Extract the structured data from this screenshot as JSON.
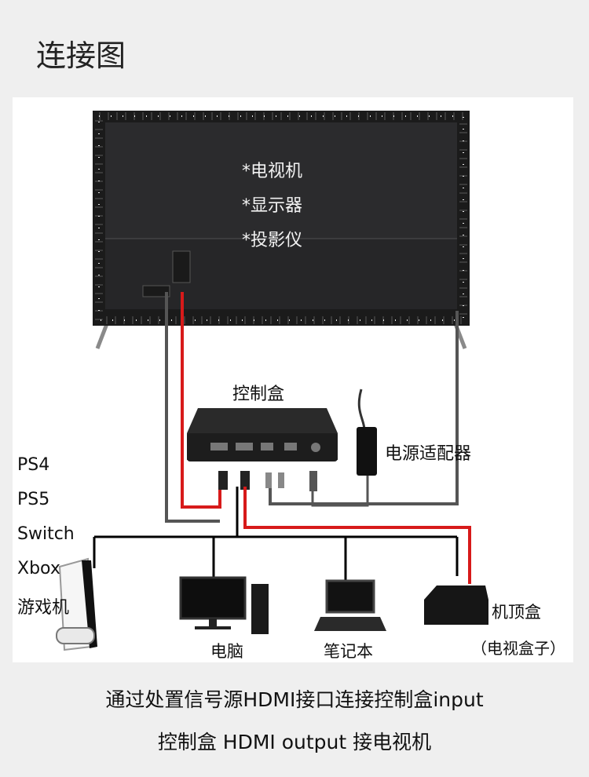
{
  "title": "连接图",
  "tv_labels": [
    "*电视机",
    "*显示器",
    "*投影仪"
  ],
  "controller_label": "控制盒",
  "adapter_label": "电源适配器",
  "console_list": [
    "PS4",
    "PS5",
    "Switch",
    "Xbox",
    "游戏机"
  ],
  "devices": {
    "pc": "电脑",
    "laptop": "笔记本",
    "stb_line1": "机顶盒",
    "stb_line2": "（电视盒子）"
  },
  "footer": {
    "line1": "通过处置信号源HDMI接口连接控制盒input",
    "line2": "控制盒 HDMI output 接电视机"
  },
  "colors": {
    "signal_line": "#d71a1a",
    "cable": "#555555",
    "tv_screen": "#2a2a2c"
  }
}
